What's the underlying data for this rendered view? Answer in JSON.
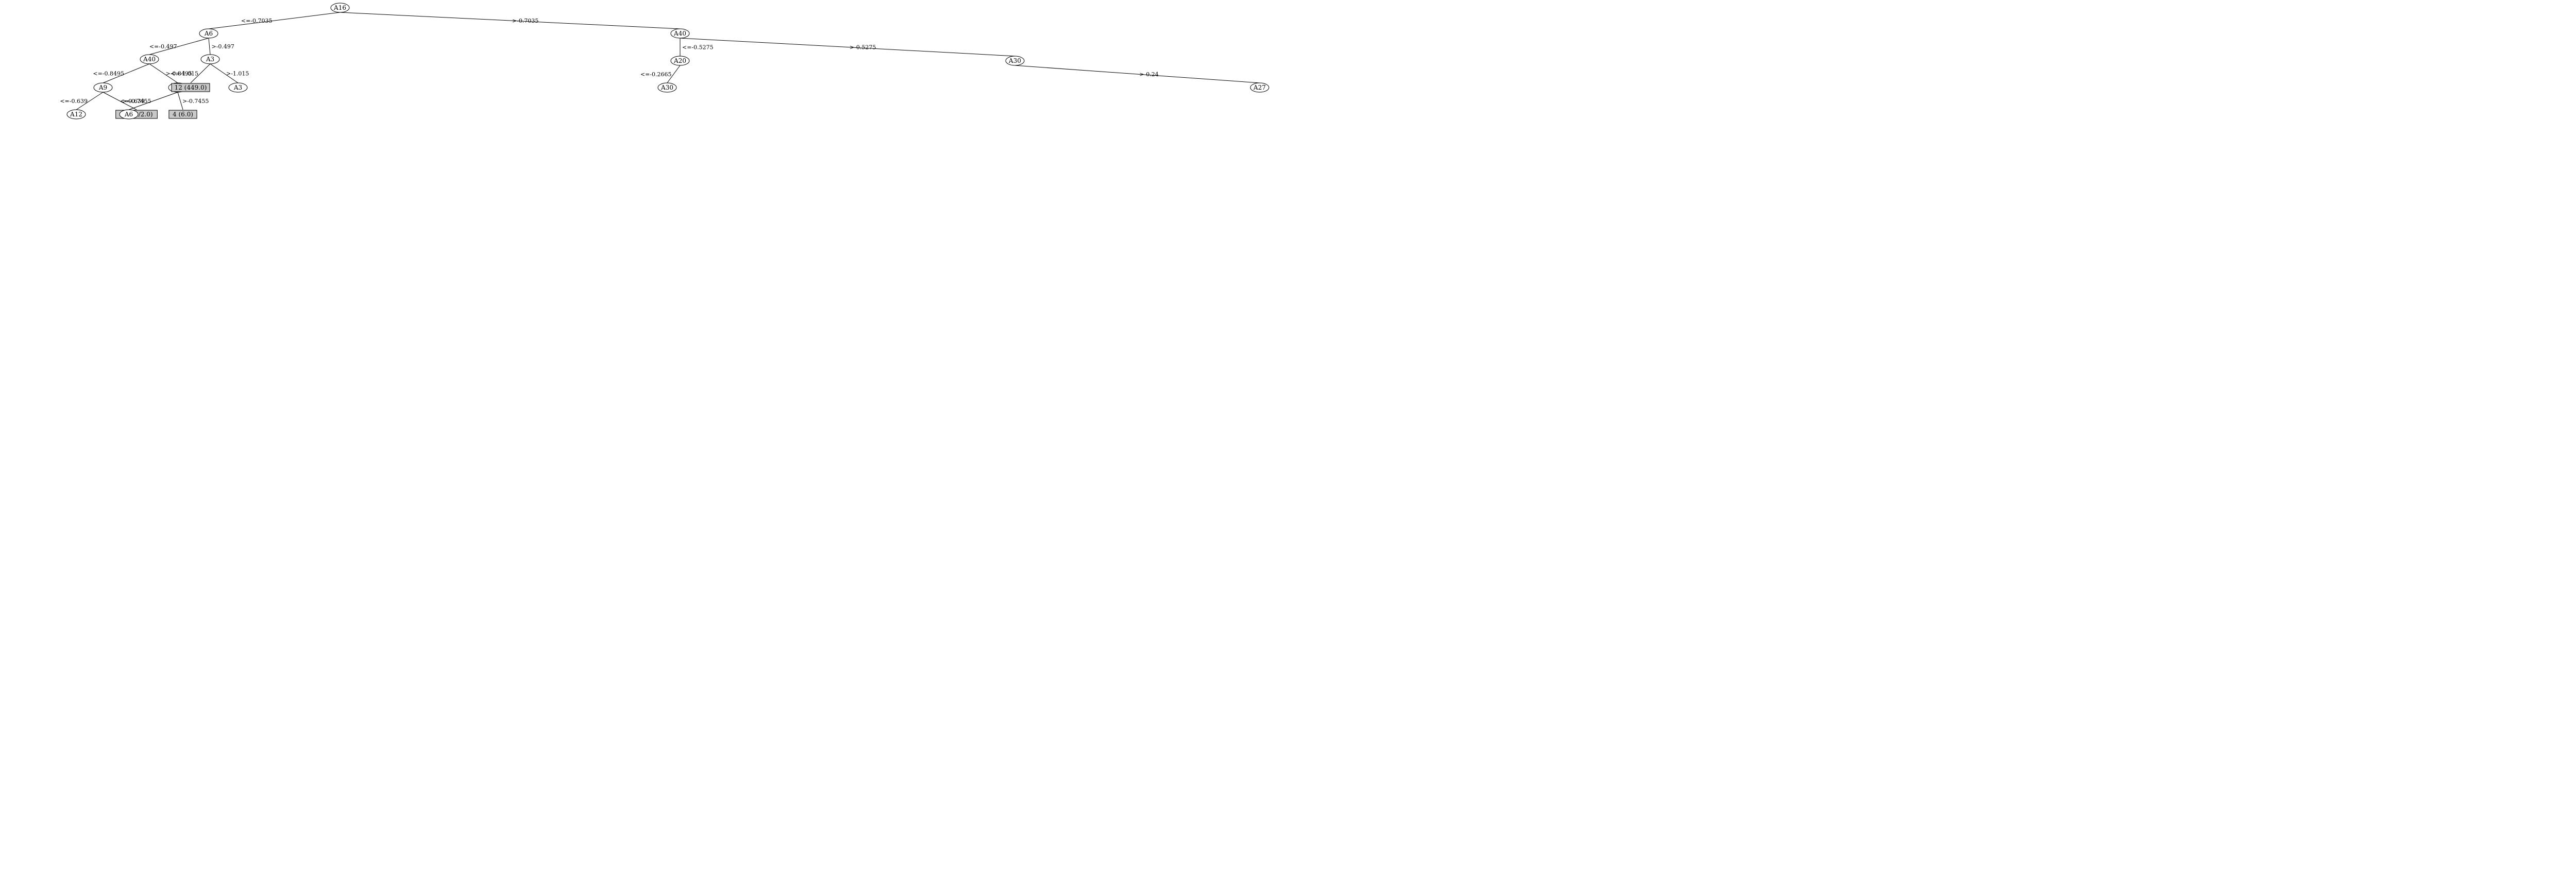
{
  "tree": {
    "nodes": [
      {
        "id": "n0",
        "label": "A16",
        "kind": "split"
      },
      {
        "id": "n1",
        "label": "A6",
        "kind": "split"
      },
      {
        "id": "n2",
        "label": "A40",
        "kind": "split"
      },
      {
        "id": "n3",
        "label": "A40",
        "kind": "split"
      },
      {
        "id": "n4",
        "label": "A3",
        "kind": "split"
      },
      {
        "id": "n5",
        "label": "A9",
        "kind": "split"
      },
      {
        "id": "n6",
        "label": "A18",
        "kind": "split"
      },
      {
        "id": "n7",
        "label": "A12",
        "kind": "split"
      },
      {
        "id": "n8",
        "label": "2 (6.0/2.0)",
        "kind": "leaf"
      },
      {
        "id": "n9",
        "label": "A6",
        "kind": "split"
      },
      {
        "id": "n10",
        "label": "4 (6.0)",
        "kind": "leaf"
      },
      {
        "id": "n11",
        "label": "12 (449.0)",
        "kind": "leaf"
      },
      {
        "id": "n12",
        "label": "A3",
        "kind": "split"
      },
      {
        "id": "n13",
        "label": "A20",
        "kind": "split"
      },
      {
        "id": "n14",
        "label": "A30",
        "kind": "split"
      },
      {
        "id": "n15",
        "label": "A30",
        "kind": "split"
      },
      {
        "id": "n16",
        "label": "A27",
        "kind": "split"
      }
    ],
    "edges": [
      {
        "from": "n0",
        "to": "n1",
        "label": "<=-0.7035"
      },
      {
        "from": "n0",
        "to": "n2",
        "label": ">-0.7035"
      },
      {
        "from": "n1",
        "to": "n3",
        "label": "<=-0.497"
      },
      {
        "from": "n1",
        "to": "n4",
        "label": ">-0.497"
      },
      {
        "from": "n3",
        "to": "n5",
        "label": "<=-0.8495"
      },
      {
        "from": "n3",
        "to": "n6",
        "label": ">-0.8495"
      },
      {
        "from": "n5",
        "to": "n7",
        "label": "<=-0.639"
      },
      {
        "from": "n5",
        "to": "n8",
        "label": ">-0.639"
      },
      {
        "from": "n6",
        "to": "n9",
        "label": "<=-0.7455"
      },
      {
        "from": "n6",
        "to": "n10",
        "label": ">-0.7455"
      },
      {
        "from": "n4",
        "to": "n11",
        "label": "<=-1.015"
      },
      {
        "from": "n4",
        "to": "n12",
        "label": ">-1.015"
      },
      {
        "from": "n2",
        "to": "n13",
        "label": "<=-0.5275"
      },
      {
        "from": "n2",
        "to": "n15",
        "label": ">-0.5275"
      },
      {
        "from": "n13",
        "to": "n14",
        "label": "<=-0.2665"
      },
      {
        "from": "n15",
        "to": "n16",
        "label": ">-0.24"
      }
    ]
  }
}
